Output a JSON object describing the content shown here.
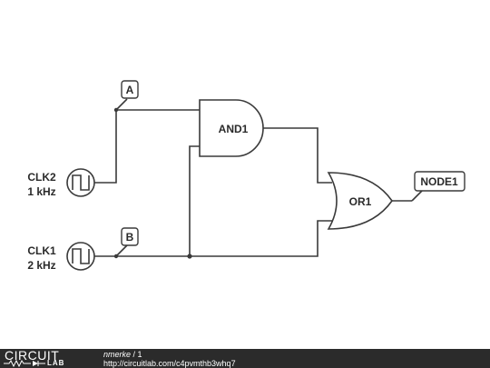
{
  "diagram": {
    "gates": {
      "and1": "AND1",
      "or1": "OR1"
    },
    "sources": {
      "clk2": {
        "name": "CLK2",
        "freq": "1 kHz"
      },
      "clk1": {
        "name": "CLK1",
        "freq": "2 kHz"
      }
    },
    "nodes": {
      "a": "A",
      "b": "B",
      "node1": "NODE1"
    }
  },
  "footer": {
    "brand_main": "CIRCUIT",
    "brand_sub": "LAB",
    "user": "nmerke",
    "separator": " / ",
    "revision": "1",
    "url": "http://circuitlab.com/c4pvmthb3whq7"
  }
}
